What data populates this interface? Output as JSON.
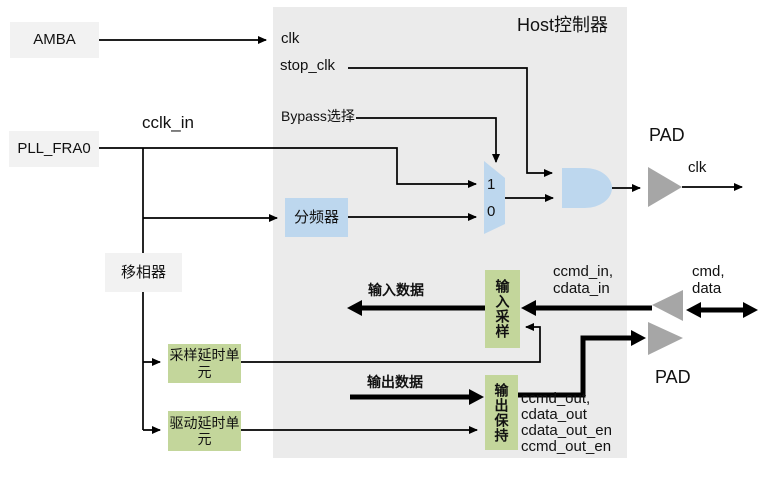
{
  "title": "Host控制器",
  "colors": {
    "host_bg": "#ebebeb",
    "gray_box": "#f2f2f2",
    "blue": "#bdd7ee",
    "green": "#c3d69b",
    "pad_gray": "#a6a6a6",
    "line": "#000000"
  },
  "blocks": {
    "amba": "AMBA",
    "pll": "PLL_FRA0",
    "phase_shifter": "移相器",
    "divider": "分频器",
    "sample_delay": "采样延时单元",
    "drive_delay": "驱动延时单元",
    "input_sample": "输入采样",
    "output_hold": "输出保持"
  },
  "mux": {
    "input_1": "1",
    "input_0": "0"
  },
  "signals": {
    "clk_in": "clk",
    "stop_clk": "stop_clk",
    "bypass": "Bypass选择",
    "cclk_in": "cclk_in",
    "pad_clk": "PAD",
    "clk_out": "clk",
    "ccmd_in": "ccmd_in,\ncdata_in",
    "input_data": "输入数据",
    "output_data": "输出数据",
    "ccmd_out": "ccmd_out,\ncdata_out\ncdata_out_en\nccmd_out_en",
    "cmd_data": "cmd,\ndata",
    "pad_io": "PAD"
  }
}
